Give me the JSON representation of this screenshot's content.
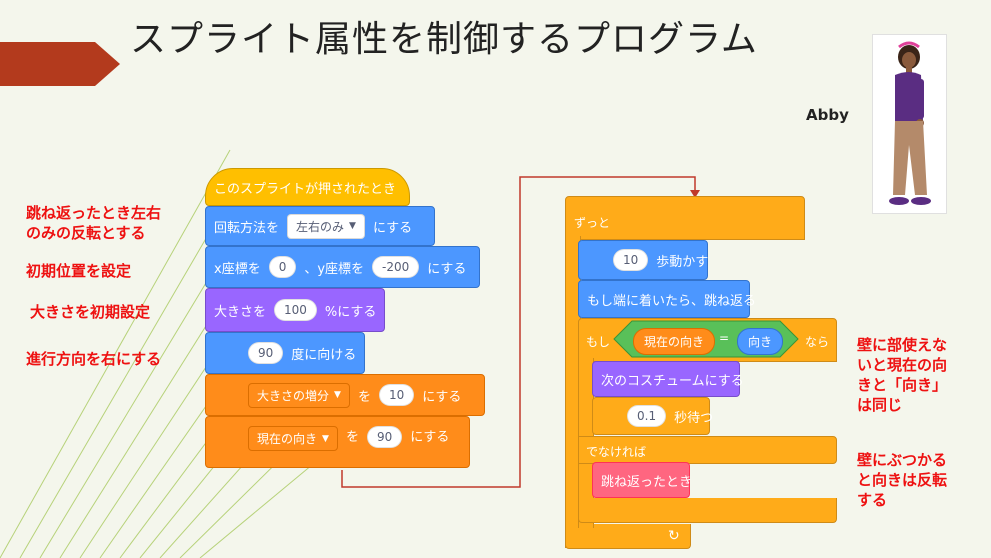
{
  "title": "スプライト属性を制御するプログラム",
  "sprite_name": "Abby",
  "colors": {
    "red": "#ee1111",
    "arrow": "#c0392b",
    "events": "#ffbf00",
    "motion": "#4c97ff",
    "looks": "#9966ff",
    "variables": "#ff8c1a",
    "control": "#ffab19",
    "operators": "#59c059",
    "custom": "#ff6680"
  },
  "left_script": {
    "hat": "このスプライトが押されたとき",
    "rotation": {
      "label": "回転方法を",
      "value": "左右のみ",
      "suffix": "にする"
    },
    "goto": {
      "x_label": "x座標を",
      "x": "0",
      "sep": "、y座標を",
      "y": "-200",
      "suffix": "にする"
    },
    "size": {
      "label": "大きさを",
      "value": "100",
      "suffix": "%にする"
    },
    "direction": {
      "value": "90",
      "suffix": "度に向ける"
    },
    "set_var1": {
      "var": "大きさの増分",
      "label": "を",
      "value": "10",
      "suffix": "にする"
    },
    "set_var2": {
      "var": "現在の向き",
      "label": "を",
      "value": "90",
      "suffix": "にする"
    }
  },
  "right_script": {
    "forever": "ずっと",
    "move": {
      "value": "10",
      "suffix": "歩動かす"
    },
    "bounce": "もし端に着いたら、跳ね返る",
    "if_label": "もし",
    "cond_left": "現在の向き",
    "cond_op": "=",
    "cond_right": "向き",
    "then_label": "なら",
    "next_costume": "次のコスチュームにする",
    "wait": {
      "value": "0.1",
      "suffix": "秒待つ"
    },
    "else_label": "でなければ",
    "custom_block": "跳ね返ったとき",
    "loop_arrow": "↻"
  },
  "notes": {
    "rotation": [
      "跳ね返ったとき左右",
      "のみの反転とする"
    ],
    "position": "初期位置を設定",
    "size": "大きさを初期設定",
    "direction": "進行方向を右にする",
    "same": [
      "壁に部使えな",
      "いと現在の向",
      "きと「向き」",
      "は同じ"
    ],
    "hit": [
      "壁にぶつかる",
      "と向きは反転",
      "する"
    ]
  }
}
